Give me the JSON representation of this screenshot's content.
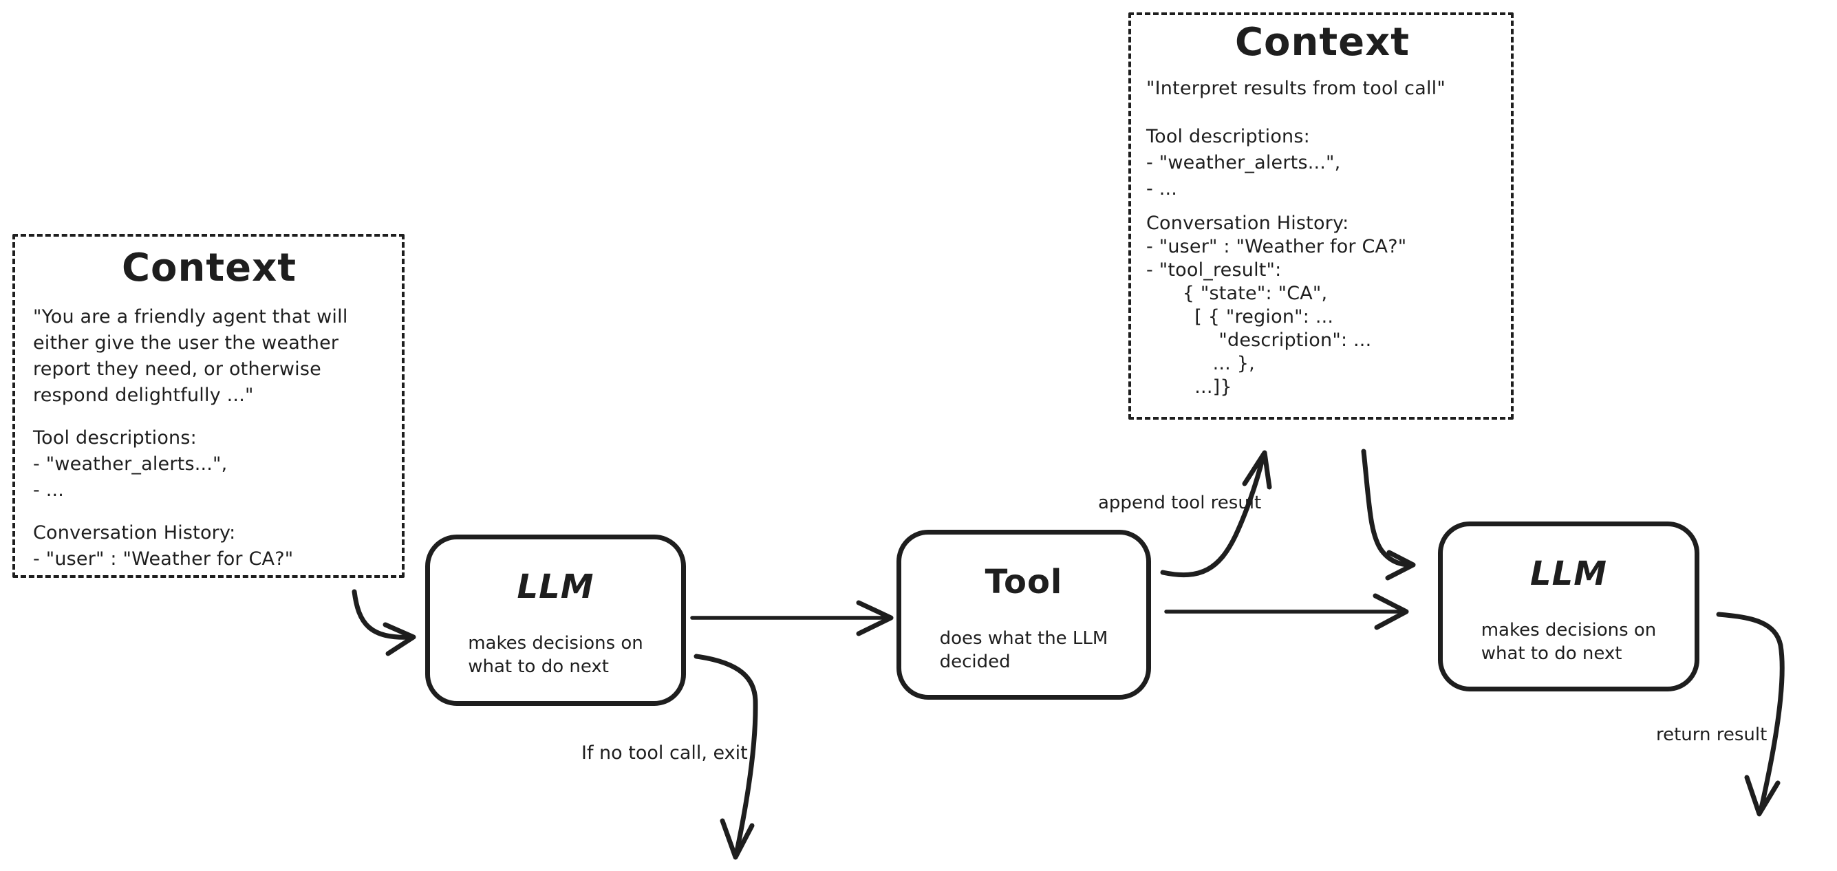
{
  "canvas": {
    "background": "#ffffff",
    "stroke_color": "#1e1e1e"
  },
  "context_left": {
    "title": "Context",
    "system_prompt": "\"You are a friendly agent that will\neither give the user the weather\nreport they need, or otherwise\nrespond delightfully ...\"",
    "tool_descriptions": "Tool descriptions:\n- \"weather_alerts...\",\n- ...",
    "conversation_history": "Conversation History:\n- \"user\" : \"Weather for CA?\""
  },
  "context_top": {
    "title": "Context",
    "instruction": "\"Interpret results from tool call\"",
    "tool_descriptions": "Tool descriptions:\n- \"weather_alerts...\",\n- ...",
    "conversation_history": "Conversation History:\n- \"user\" : \"Weather for CA?\"\n- \"tool_result\":\n      { \"state\": \"CA\",\n        [ { \"region\": ...\n            \"description\": ...\n           ... },\n        ...]}"
  },
  "nodes": {
    "llm1": {
      "title": "LLM",
      "description": "makes decisions on\nwhat to do next"
    },
    "tool": {
      "title": "Tool",
      "description": "does what the LLM\ndecided"
    },
    "llm2": {
      "title": "LLM",
      "description": "makes decisions on\nwhat to do next"
    }
  },
  "edge_labels": {
    "append_tool_result": "append tool result",
    "if_no_tool_call_exit": "If no tool call, exit",
    "return_result": "return result"
  }
}
